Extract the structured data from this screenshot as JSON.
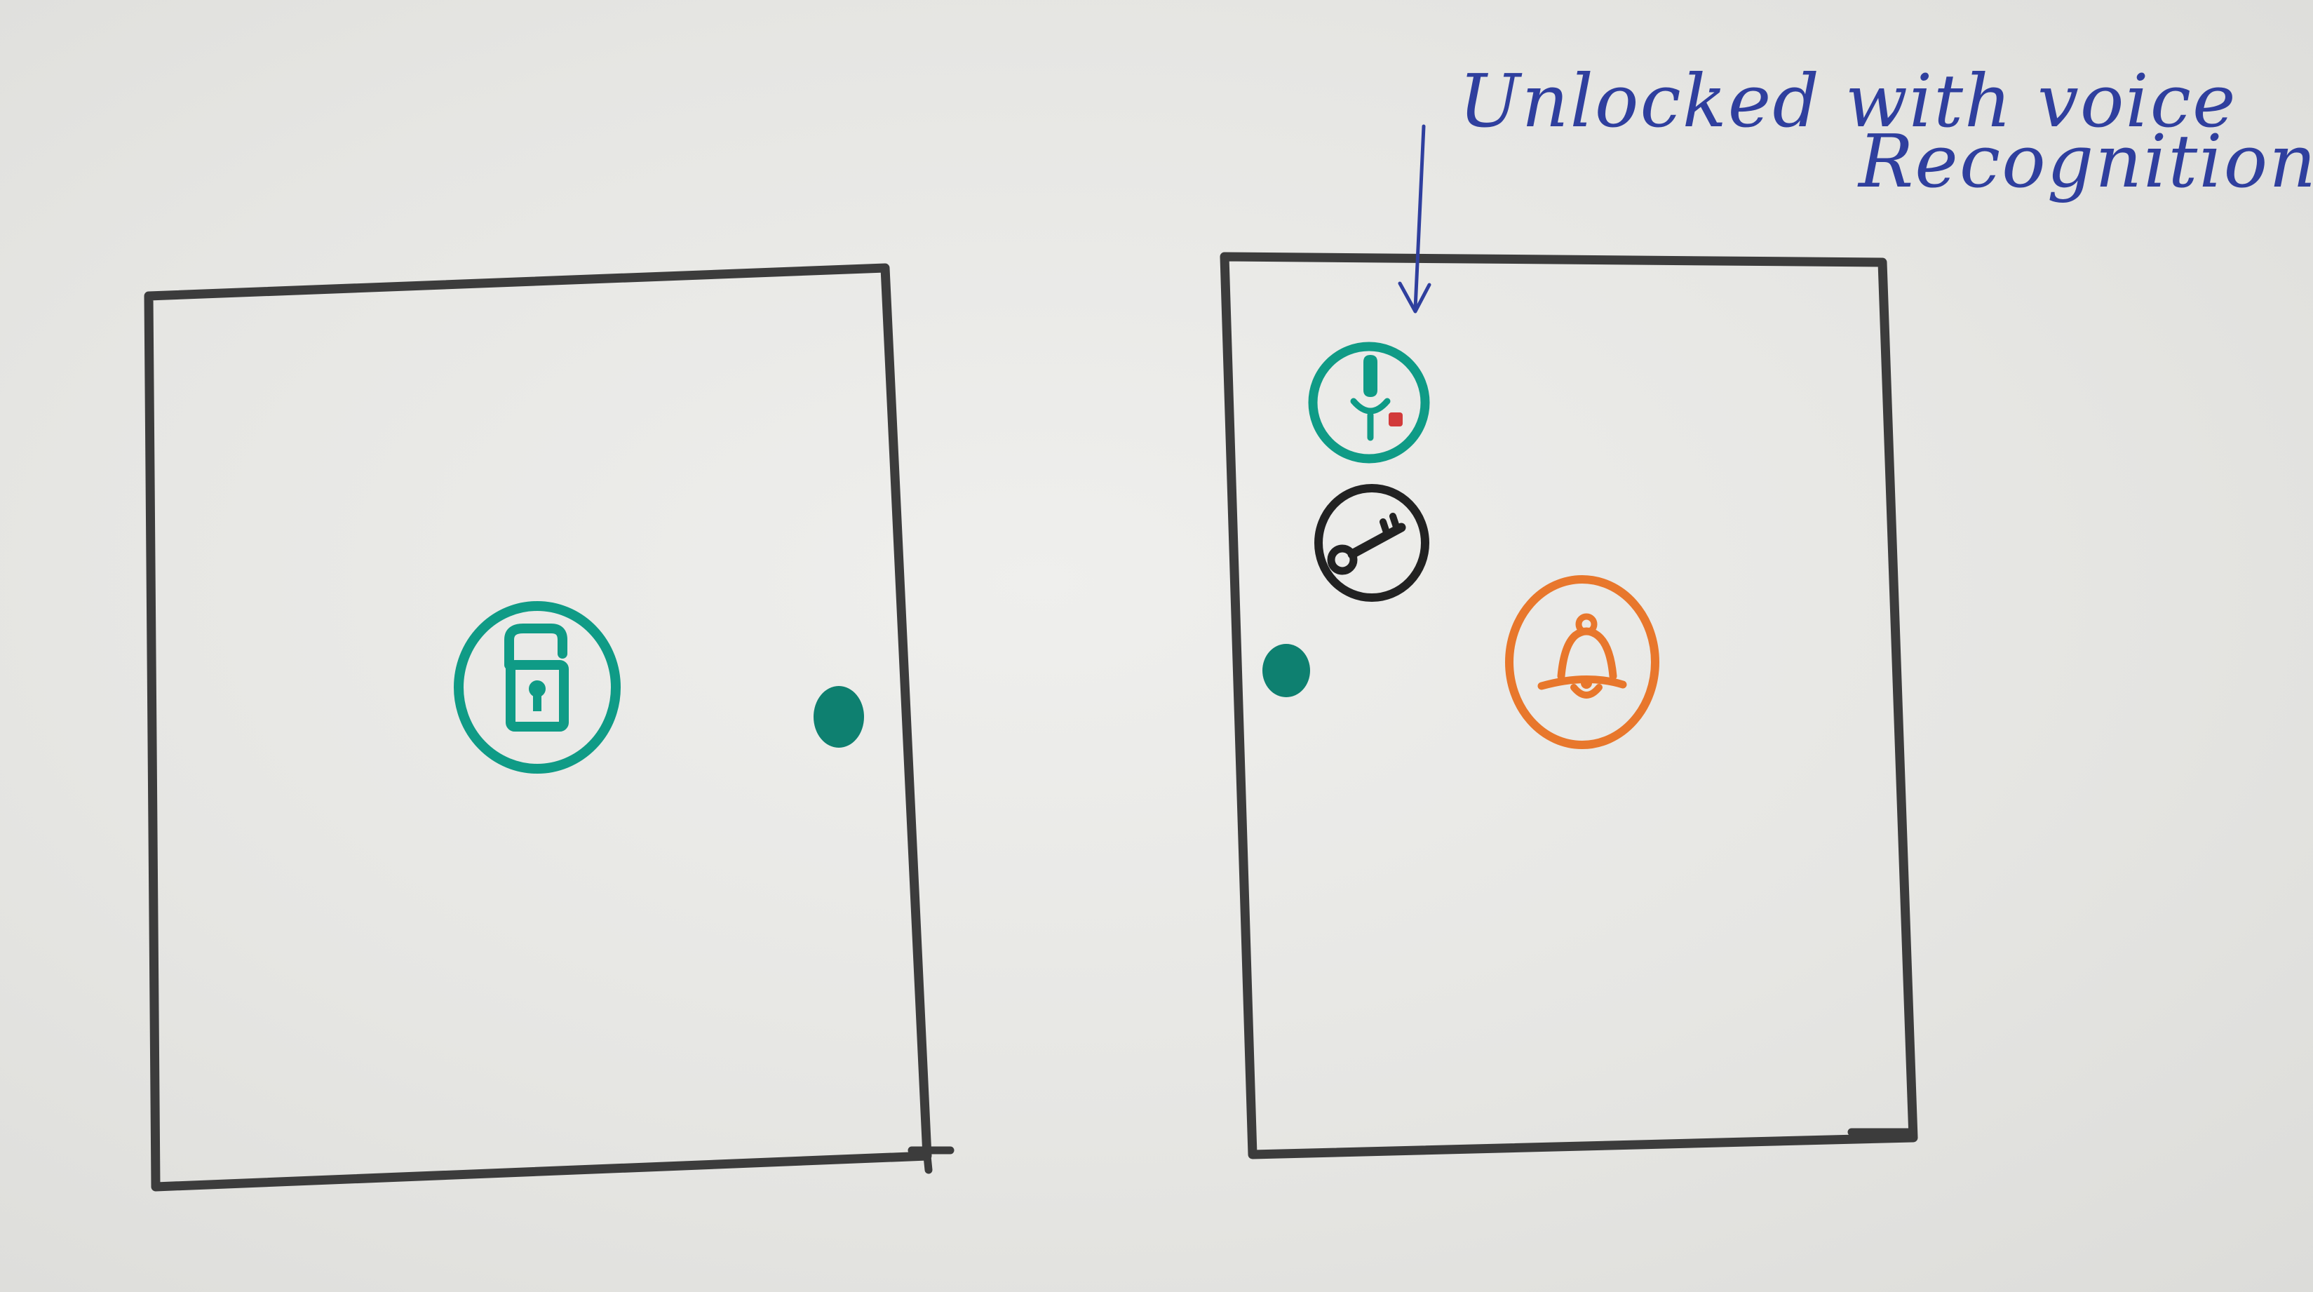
{
  "annotation": {
    "line1": "Unlocked with voice",
    "line2": "Recognition ."
  },
  "colors": {
    "outline": "#3c3c3c",
    "teal": "#0f9b86",
    "teal_dark": "#0e8070",
    "orange": "#e8772c",
    "black": "#222222",
    "red": "#d23a3a",
    "annotation_blue": "#2f3f9e"
  },
  "diagram": {
    "left_door": {
      "icons": [
        "padlock-icon"
      ],
      "knob_side": "right"
    },
    "right_door": {
      "icons": [
        "voice-recognition-icon",
        "key-icon",
        "doorbell-icon"
      ],
      "knob_side": "left"
    }
  }
}
